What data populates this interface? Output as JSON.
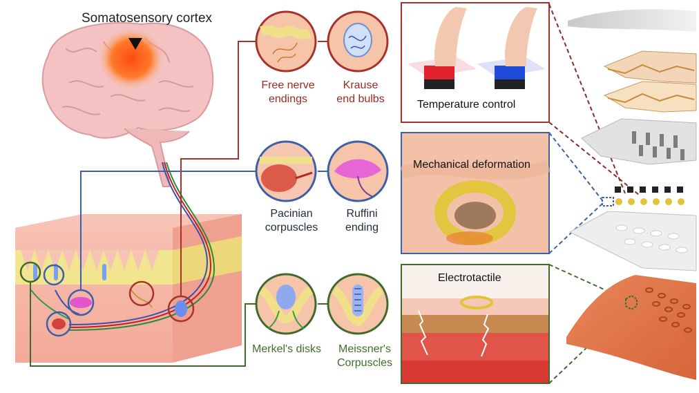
{
  "brain": {
    "label": "Somatosensory cortex"
  },
  "receptors": {
    "free_nerve_endings": "Free nerve\nendings",
    "krause_end_bulbs": "Krause\nend bulbs",
    "pacinian_corpuscles": "Pacinian\ncorpuscles",
    "ruffini_ending": "Ruffini\nending",
    "merkels_disks": "Merkel's disks",
    "meissners_corpuscles": "Meissner's\nCorpuscles"
  },
  "panels": {
    "temperature": "Temperature control",
    "mechanical": "Mechanical deformation",
    "electrotactile": "Electrotactile"
  },
  "colors": {
    "red_outline": "#a8322a",
    "blue_outline": "#3d5ea8",
    "green_outline": "#3f6a2c",
    "skin": "#f2b6a6",
    "fat": "#f3e48a",
    "hotspot": "#ff6a1f"
  }
}
